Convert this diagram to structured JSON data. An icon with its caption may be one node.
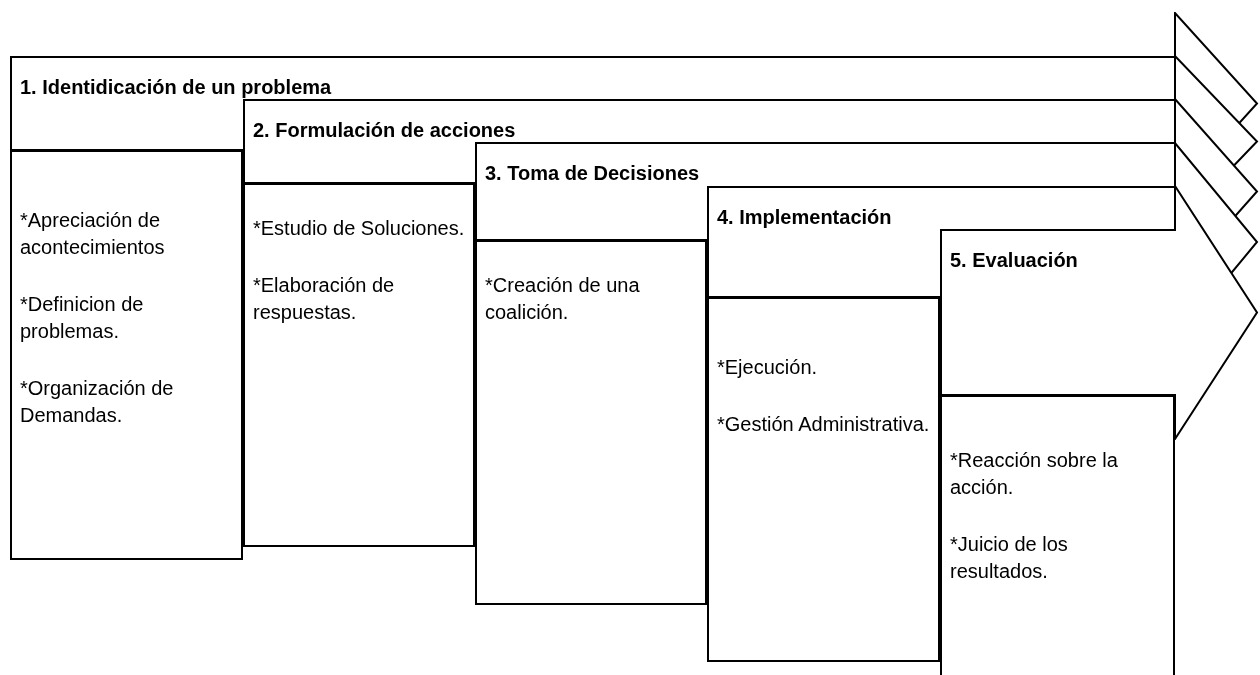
{
  "diagram": {
    "nodes": [
      {
        "text": [
          "1. Identidicación de un problema"
        ]
      },
      {
        "text": [
          "*Apreciación de acontecimientos",
          "*Definicion de problemas.",
          "*Organización de Demandas."
        ]
      },
      {
        "text": [
          "2. Formulación de acciones"
        ]
      },
      {
        "text": [
          "*Estudio de Soluciones.",
          "*Elaboración de respuestas."
        ]
      },
      {
        "text": [
          "3. Toma de Decisiones"
        ]
      },
      {
        "text": [
          "*Creación de una coalición."
        ]
      },
      {
        "text": [
          "4. Implementación"
        ]
      },
      {
        "text": [
          "*Ejecución.",
          "*Gestión Administrativa."
        ]
      },
      {
        "text": [
          "5. Evaluación"
        ]
      },
      {
        "text": [
          "*Reacción sobre la acción.",
          "*Juicio de los resultados."
        ]
      }
    ],
    "edges": []
  }
}
